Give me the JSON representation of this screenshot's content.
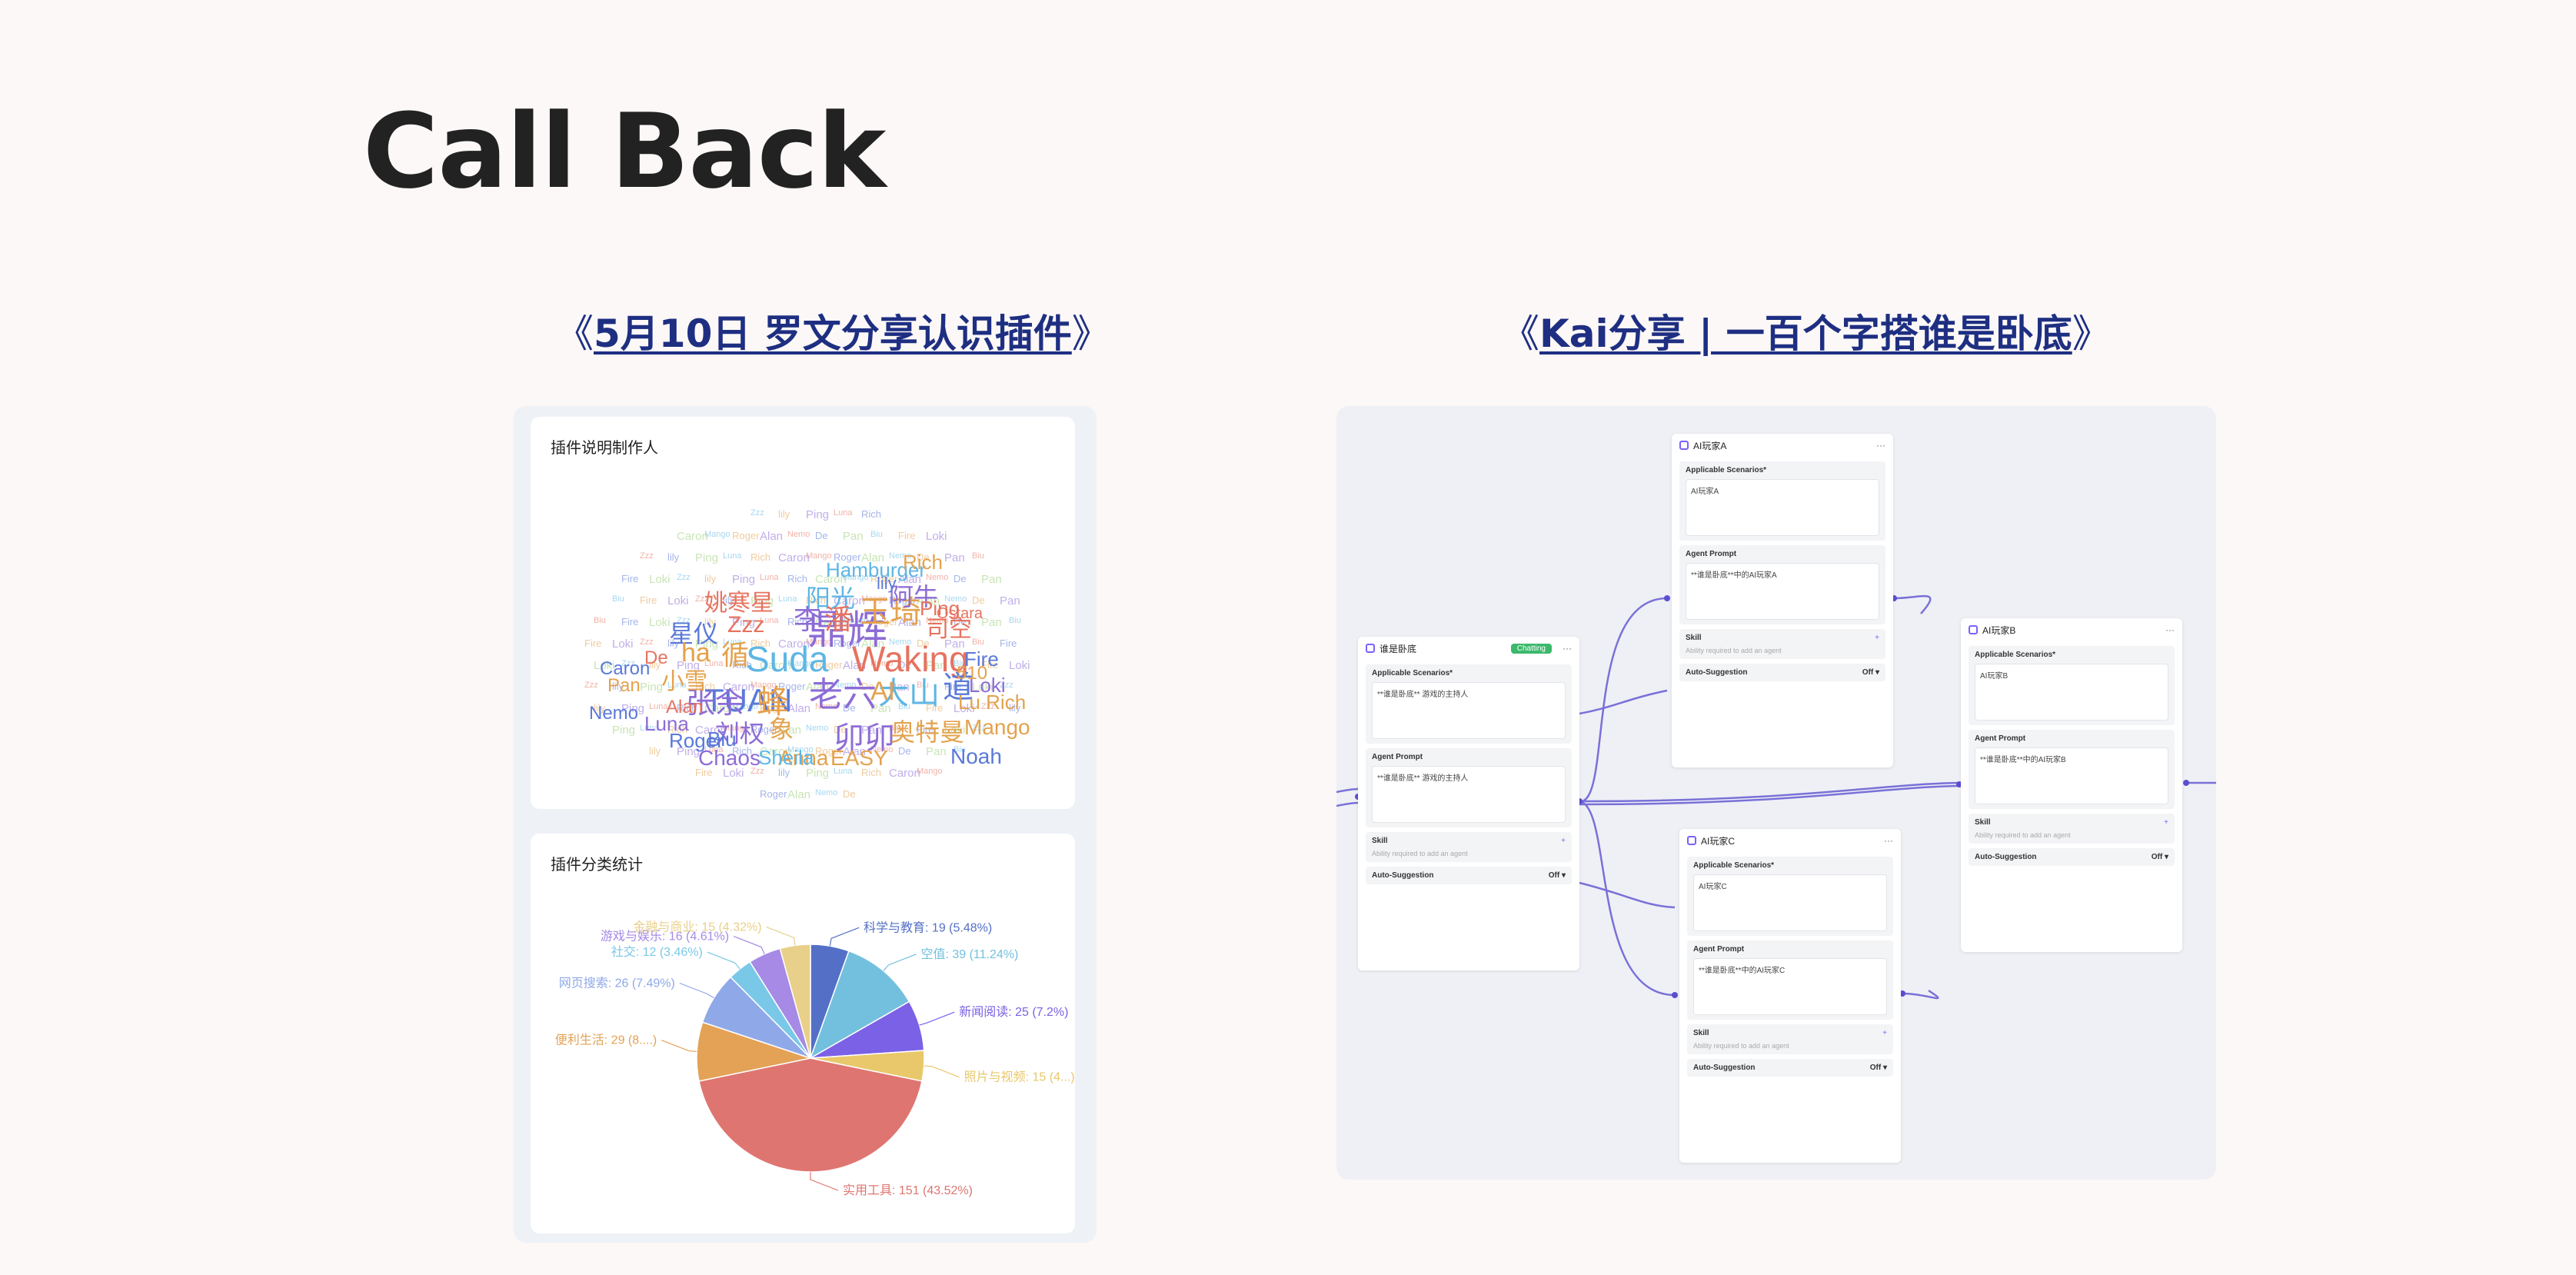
{
  "page": {
    "title": "Call Back"
  },
  "links": {
    "left_open": "《",
    "left_text": "5月10日 罗文分享认识插件",
    "left_close": "》",
    "right_open": "《",
    "right_text": "Kai分享 | 一百个字搭谁是卧底",
    "right_close": "》"
  },
  "wordcloud": {
    "title": "插件说明制作人",
    "words": [
      "鼎辉",
      "Waking",
      "Suda",
      "TUAN",
      "老六",
      "蜂",
      "张余",
      "玉琦",
      "卯卯",
      "大山",
      "道",
      "Hamburger",
      "阳光",
      "阿牛",
      "李",
      "潘",
      "姚寒星",
      "Zzz",
      "循",
      "星仪",
      "司空",
      "刘权",
      "象",
      "奥特曼",
      "Mango",
      "Anna",
      "EASY",
      "Noah",
      "Chaos",
      "Sheila",
      "Roger",
      "Luna",
      "Alan",
      "Nemo",
      "小雪",
      "Caron",
      "Pan",
      "De",
      "ha",
      "Ping",
      "Rich",
      "lily",
      "Fire",
      "Loki",
      "Lu Rich",
      "AI",
      "Biu",
      "Ostara",
      "510"
    ]
  },
  "pie": {
    "title": "插件分类统计",
    "chart_data": {
      "type": "pie",
      "title": "插件分类统计",
      "slices": [
        {
          "name": "科学与教育",
          "value": 19,
          "pct": "5.48%",
          "color": "#5470c6"
        },
        {
          "name": "空值",
          "value": 39,
          "pct": "11.24%",
          "color": "#73c0de"
        },
        {
          "name": "新闻阅读",
          "value": 25,
          "pct": "7.2%",
          "color": "#7b61e6"
        },
        {
          "name": "照片与视频",
          "value": 15,
          "pct": "4...",
          "color": "#e8c86a"
        },
        {
          "name": "实用工具",
          "value": 151,
          "pct": "43.52%",
          "color": "#df7570"
        },
        {
          "name": "便利生活",
          "value": 29,
          "pct": "8....",
          "color": "#e3a256"
        },
        {
          "name": "网页搜索",
          "value": 26,
          "pct": "7.49%",
          "color": "#8fa8e8"
        },
        {
          "name": "社交",
          "value": 12,
          "pct": "3.46%",
          "color": "#7ac8e8"
        },
        {
          "name": "游戏与娱乐",
          "value": 16,
          "pct": "4.61%",
          "color": "#a68ae6"
        },
        {
          "name": "金融与商业",
          "value": 15,
          "pct": "4.32%",
          "color": "#e8d08a"
        }
      ]
    }
  },
  "flow": {
    "main": {
      "name": "谁是卧底",
      "badge": "Chatting",
      "scen_text": "**谁是卧底** 游戏的主持人",
      "prompt_text": "**谁是卧底** 游戏的主持人"
    },
    "a": {
      "name": "AI玩家A",
      "scen_text": "AI玩家A",
      "prompt_text": "**谁是卧底**中的AI玩家A"
    },
    "b": {
      "name": "AI玩家B",
      "scen_text": "AI玩家B",
      "prompt_text": "**谁是卧底**中的AI玩家B"
    },
    "c": {
      "name": "AI玩家C",
      "scen_text": "AI玩家C",
      "prompt_text": "**谁是卧底**中的AI玩家C"
    },
    "labels": {
      "scenarios": "Applicable Scenarios*",
      "prompt": "Agent Prompt",
      "skill": "Skill",
      "skill_hint": "Ability required to add an agent",
      "auto": "Auto-Suggestion",
      "off": "Off ▾",
      "ellipsis": "...",
      "more": "···",
      "plus": "+"
    }
  }
}
